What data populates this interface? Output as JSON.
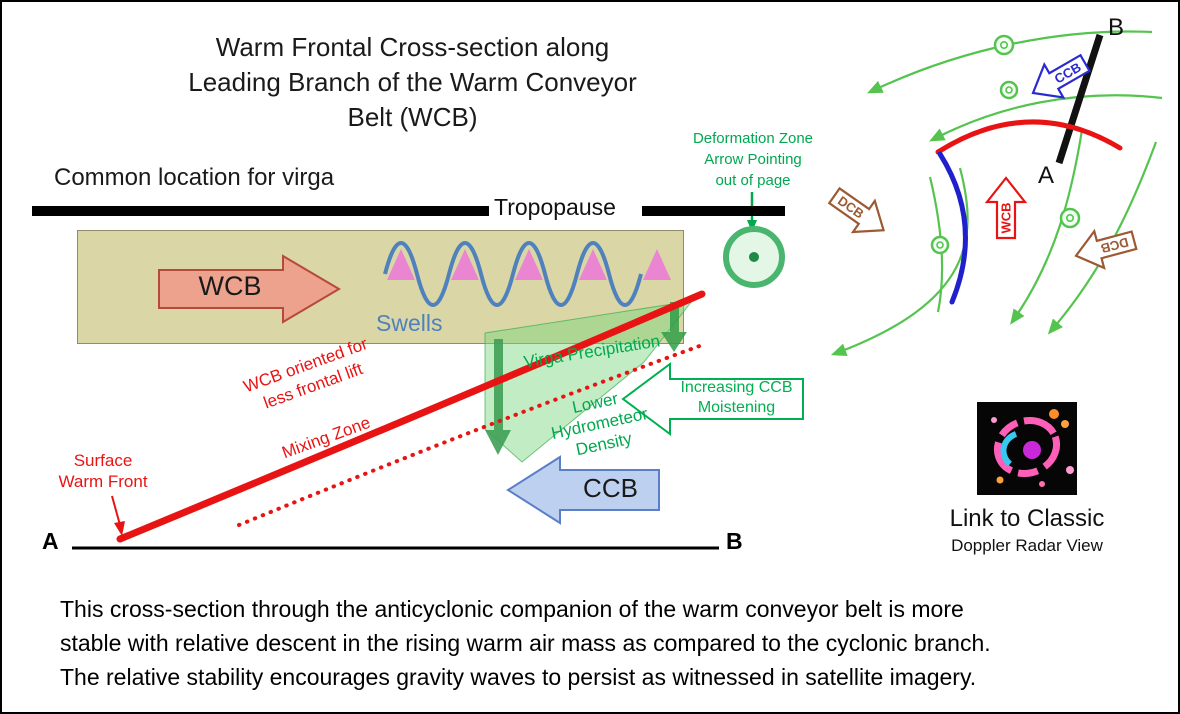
{
  "colors": {
    "front_red": "#e81414",
    "office_green": "#00a94f",
    "wave_blue": "#4f81bd",
    "wcb_box_tan": "#dad6a6",
    "wcb_arrow_fill": "#eda28e",
    "ccb_arrow_fill": "#bdd0ef",
    "dcb_brown": "#9c5a33",
    "plan_ccb_blue": "#2a2ad0",
    "streamline_green": "#55c44f"
  },
  "diagram": {
    "title": "Warm Frontal Cross-section along\nLeading Branch of the Warm Conveyor\nBelt (WCB)",
    "common_virga": "Common location for virga",
    "tropopause": "Tropopause",
    "deformation_note": "Deformation Zone\nArrow Pointing\nout of page",
    "wcb_label": "WCB",
    "swells_label": "Swells",
    "wcb_oriented": "WCB oriented for\nless frontal lift",
    "mixing_zone": "Mixing Zone",
    "surface_warm_front": "Surface\nWarm Front",
    "virga_precip": "Virga Precipitation",
    "lower_hydro": "Lower\nHydrometeor\nDensity",
    "increasing_ccb": "Increasing CCB\nMoistening",
    "ccb_label": "CCB",
    "axis": {
      "left": "A",
      "right": "B"
    }
  },
  "plan_view": {
    "b_label": "B",
    "a_label": "A",
    "badges": {
      "ccb": "CCB",
      "wcb": "WCB",
      "dcb_left": "DCB",
      "dcb_right": "DCB"
    }
  },
  "radar": {
    "caption_line1": "Link to Classic",
    "caption_line2": "Doppler Radar View"
  },
  "caption": {
    "text": "This cross-section through the anticyclonic companion of the warm conveyor belt is more\nstable with relative descent in the rising warm air mass as compared to the cyclonic branch.\nThe relative stability encourages gravity waves to persist as witnessed in satellite imagery."
  }
}
